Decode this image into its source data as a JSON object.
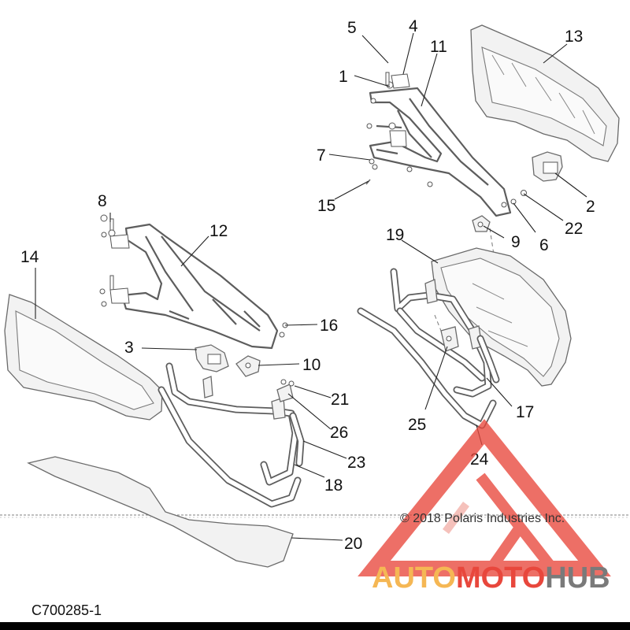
{
  "diagram": {
    "callouts": {
      "c1": "1",
      "c2": "2",
      "c3": "3",
      "c4": "4",
      "c5": "5",
      "c6": "6",
      "c7": "7",
      "c8": "8",
      "c9": "9",
      "c10": "10",
      "c11": "11",
      "c12": "12",
      "c13": "13",
      "c14": "14",
      "c15": "15",
      "c16": "16",
      "c17": "17",
      "c18": "18",
      "c19": "19",
      "c20": "20",
      "c21": "21",
      "c22": "22",
      "c23": "23",
      "c24": "24",
      "c25": "25",
      "c26": "26"
    },
    "copyright": "© 2018 Polaris Industries Inc.",
    "part_number": "C700285-1"
  },
  "watermark": {
    "auto": "AUTO",
    "moto": "MOTO",
    "hub": "HUB",
    "colors": {
      "orange": "#f5b754",
      "red": "#e8473c",
      "gray": "#7a7a7a"
    }
  }
}
